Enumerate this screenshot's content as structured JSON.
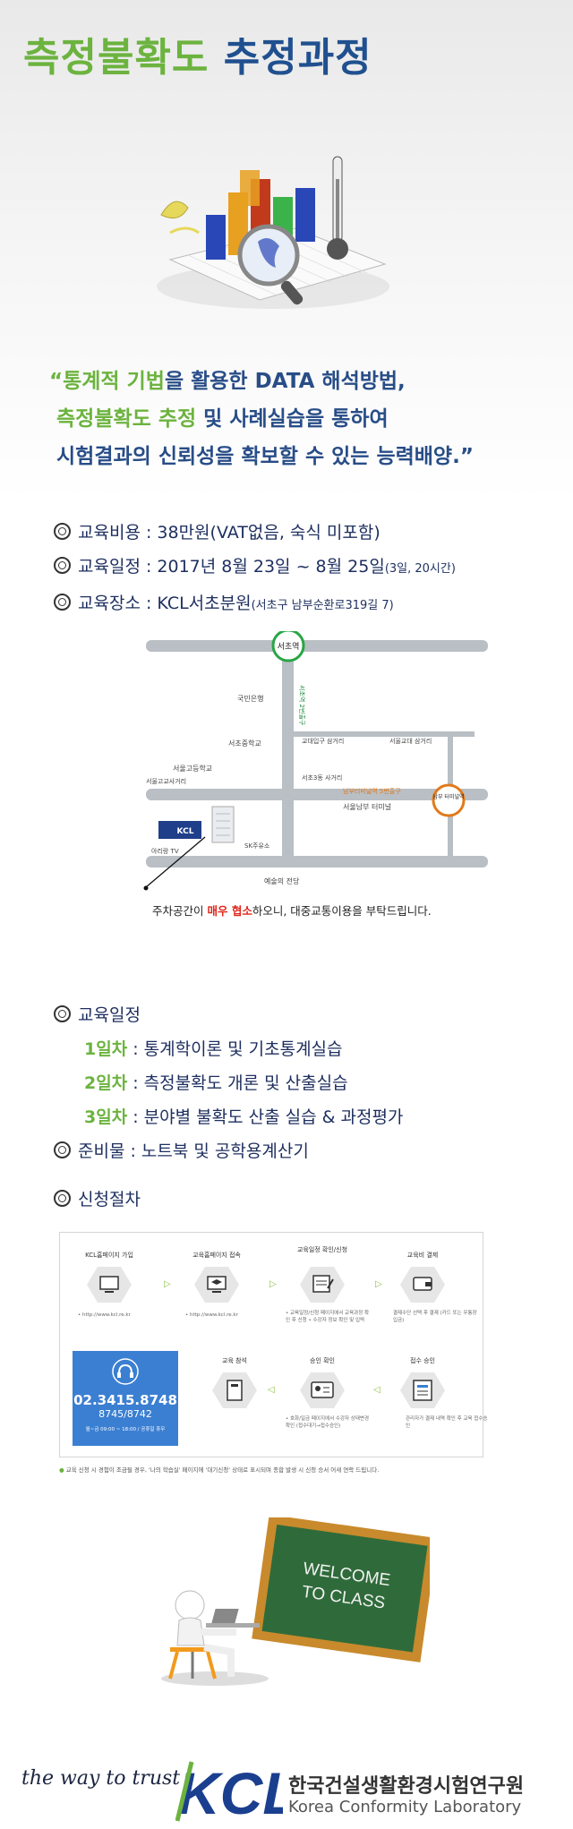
{
  "header": {
    "title_green": "측정불확도",
    "title_blue": "추정과정"
  },
  "quote": {
    "line1_green": "“통계적 기법",
    "line1_rest": "을 활용한 DATA 해석방법,",
    "line2_green": "측정불확도 추정",
    "line2_rest": " 및 사례실습을 통하여",
    "line3": "시험결과의 신뢰성을 확보할 수 있는 능력배양.”"
  },
  "info": {
    "cost": "교육비용 : 38만원(VAT없음, 숙식 미포함)",
    "date_main": "교육일정 : 2017년 8월 23일 ~ 8월 25일",
    "date_sub": "(3일, 20시간)",
    "place_main": "교육장소 : KCL서초분원",
    "place_sub": "(서초구 남부순환로319길 7)"
  },
  "map": {
    "station_top": "서초역",
    "road_v": "서초역 2번출구",
    "kookmin": "국민은행",
    "seocho_mid": "서초중학교",
    "gyodae": "교대입구 삼거리",
    "seoulgyodae": "서울교대 삼거리",
    "seoul_high": "서울고등학교",
    "seoulgo_cross": "서울고교사거리",
    "seocho3": "서초3동 사거리",
    "exit": "남부터미널역 5번출구",
    "terminal": "서울남부 터미널",
    "station_right": "남부 터미널역",
    "arirang": "아리랑 TV",
    "sk": "SK주유소",
    "arts": "예술의 전당",
    "building": "KCL"
  },
  "map_note": {
    "pre": "주차공간이 ",
    "red": "매우 협소",
    "post": "하오니, 대중교통이용을 부탁드립니다."
  },
  "schedule": {
    "heading": "교육일정",
    "day1_label": "1일차",
    "day1_text": " : 통계학이론 및 기초통계실습",
    "day2_label": "2일차",
    "day2_text": " : 측정불확도 개론 및 산출실습",
    "day3_label": "3일차",
    "day3_text": " : 분야별 불확도 산출 실습 & 과정평가",
    "prep": "준비물 : 노트북 및 공학용계산기"
  },
  "apply": {
    "heading": "신청절차",
    "steps": [
      {
        "label": "KCL홈페이지 가입",
        "sub": "• http://www.kcl.re.kr"
      },
      {
        "label": "교육홈페이지 접속",
        "sub": "• http://www.kcl.re.kr"
      },
      {
        "label": "교육일정 확인/신청",
        "sub": "• 교육일정/신청 페이지에서 교육과정 확인 후 신청 • 수강자 정보 확인 및 입력"
      },
      {
        "label": "교육비 결제",
        "sub": "결제수단 선택 후 결제 (카드 또는 무통장 입금)"
      },
      {
        "label": "접수 승인",
        "sub": "관리자가 결제 내역 확인 후 교육 접수승인"
      },
      {
        "label": "승인 확인",
        "sub": "• 호화/일금 페이지에서 수강자 상태변경 확인 (접수대기→접수승인)"
      },
      {
        "label": "교육 참석",
        "sub": ""
      }
    ],
    "phone": "02.3415.8748",
    "phone2": "8745/8742",
    "hours": "월~금 09:00 ~ 18:00 / 공휴일 휴무",
    "note": "교육 신청 시 경험이 조금될 경우, '나의 학습실' 페이지에 '대기신청' 상태로 표시되며 종합 발생 시 신청 승서 어새 연락 드립니다."
  },
  "board": {
    "line1": "WELCOME",
    "line2": "TO CLASS"
  },
  "footer": {
    "tagline": "the way to trust",
    "logo": "KCL",
    "org_ko": "한국건설생활환경시험연구원",
    "org_en": "Korea Conformity Laboratory"
  },
  "colors": {
    "green": "#6cb33f",
    "navy": "#20508f",
    "red": "#e0261b",
    "phone_blue": "#3b7fd2"
  }
}
